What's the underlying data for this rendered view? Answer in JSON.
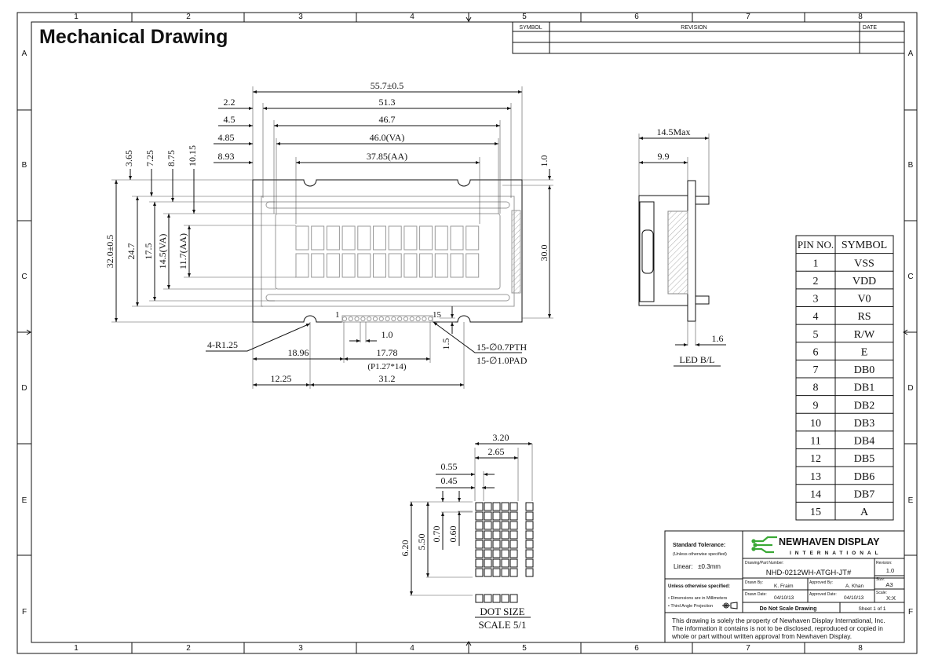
{
  "title": "Mechanical Drawing",
  "grid": {
    "columns": [
      "1",
      "2",
      "3",
      "4",
      "5",
      "6",
      "7",
      "8"
    ],
    "rows": [
      "A",
      "B",
      "C",
      "D",
      "E",
      "F"
    ]
  },
  "revision_block": {
    "symbol": "SYMBOL",
    "revision": "REVISION",
    "date": "DATE"
  },
  "front_view": {
    "width_overall": "55.7±0.5",
    "dim_51_3": "51.3",
    "dim_46_7": "46.7",
    "dim_va": "46.0(VA)",
    "dim_aa": "37.85(AA)",
    "off_2_2": "2.2",
    "off_4_5": "4.5",
    "off_4_85": "4.85",
    "off_8_93": "8.93",
    "v_3_65": "3.65",
    "v_7_25": "7.25",
    "v_8_75": "8.75",
    "v_10_15": "10.15",
    "height_overall": "32.0±0.5",
    "h_24_7": "24.7",
    "h_17_5": "17.5",
    "h_va": "14.5(VA)",
    "h_aa": "11.7(AA)",
    "h_30": "30.0",
    "h_1_0": "1.0",
    "radius": "4-R1.25",
    "pin_first": "1",
    "pin_last": "15",
    "pitch_1_0": "1.0",
    "d_18_96": "18.96",
    "d_17_78": "17.78",
    "pitch_note": "(P1.27*14)",
    "d_1_5": "1.5",
    "pth": "15-∅0.7PTH",
    "pad": "15-∅1.0PAD",
    "d_12_25": "12.25",
    "d_31_2": "31.2"
  },
  "side_view": {
    "max": "14.5Max",
    "d_9_9": "9.9",
    "d_1_6": "1.6",
    "led": "LED B/L"
  },
  "dot_size": {
    "w_3_20": "3.20",
    "w_2_65": "2.65",
    "w_0_55": "0.55",
    "w_0_45": "0.45",
    "h_6_20": "6.20",
    "h_5_50": "5.50",
    "h_0_70": "0.70",
    "h_0_60": "0.60",
    "label": "DOT SIZE",
    "scale": "SCALE 5/1"
  },
  "pin_table": {
    "header_pin": "PIN NO.",
    "header_symbol": "SYMBOL",
    "rows": [
      {
        "pin": "1",
        "symbol": "VSS"
      },
      {
        "pin": "2",
        "symbol": "VDD"
      },
      {
        "pin": "3",
        "symbol": "V0"
      },
      {
        "pin": "4",
        "symbol": "RS"
      },
      {
        "pin": "5",
        "symbol": "R/W"
      },
      {
        "pin": "6",
        "symbol": "E"
      },
      {
        "pin": "7",
        "symbol": "DB0"
      },
      {
        "pin": "8",
        "symbol": "DB1"
      },
      {
        "pin": "9",
        "symbol": "DB2"
      },
      {
        "pin": "10",
        "symbol": "DB3"
      },
      {
        "pin": "11",
        "symbol": "DB4"
      },
      {
        "pin": "12",
        "symbol": "DB5"
      },
      {
        "pin": "13",
        "symbol": "DB6"
      },
      {
        "pin": "14",
        "symbol": "DB7"
      },
      {
        "pin": "15",
        "symbol": "A"
      }
    ]
  },
  "title_block": {
    "std_tol": "Standard Tolerance:",
    "std_tol_sub": "(Unless otherwise specified)",
    "linear": "Linear:   ±0.3mm",
    "logo_main": "NEWHAVEN DISPLAY",
    "logo_sub": "INTERNATIONAL",
    "part_label": "Drawing/Part Number:",
    "part_number": "NHD-0212WH-ATGH-JT#",
    "revision_label": "Revision:",
    "revision": "1.0",
    "size_label": "Size:",
    "size": "A3",
    "scale_label": "Scale:",
    "scale": "X:X",
    "unless": "Unless otherwise specified:",
    "note_mm": "• Dimensions are in Millimeters",
    "note_proj": "• Third Angle Projection",
    "drawn_by_label": "Drawn By:",
    "drawn_by": "K. Fraim",
    "approved_by_label": "Approved By:",
    "approved_by": "A. Khan",
    "drawn_date_label": "Drawn Date:",
    "drawn_date": "04/10/13",
    "approved_date_label": "Approved Date:",
    "approved_date": "04/10/13",
    "do_not_scale": "Do Not Scale Drawing",
    "sheet": "Sheet 1 of 1",
    "disclaimer_1": "This drawing is solely the property of Newhaven Display International, Inc.",
    "disclaimer_2": "The information it contains is not to be disclosed, reproduced or copied in",
    "disclaimer_3": "whole or part without written approval from Newhaven Display."
  },
  "colors": {
    "logo_green": "#3aa935",
    "logo_dark": "#1a1a1a"
  }
}
